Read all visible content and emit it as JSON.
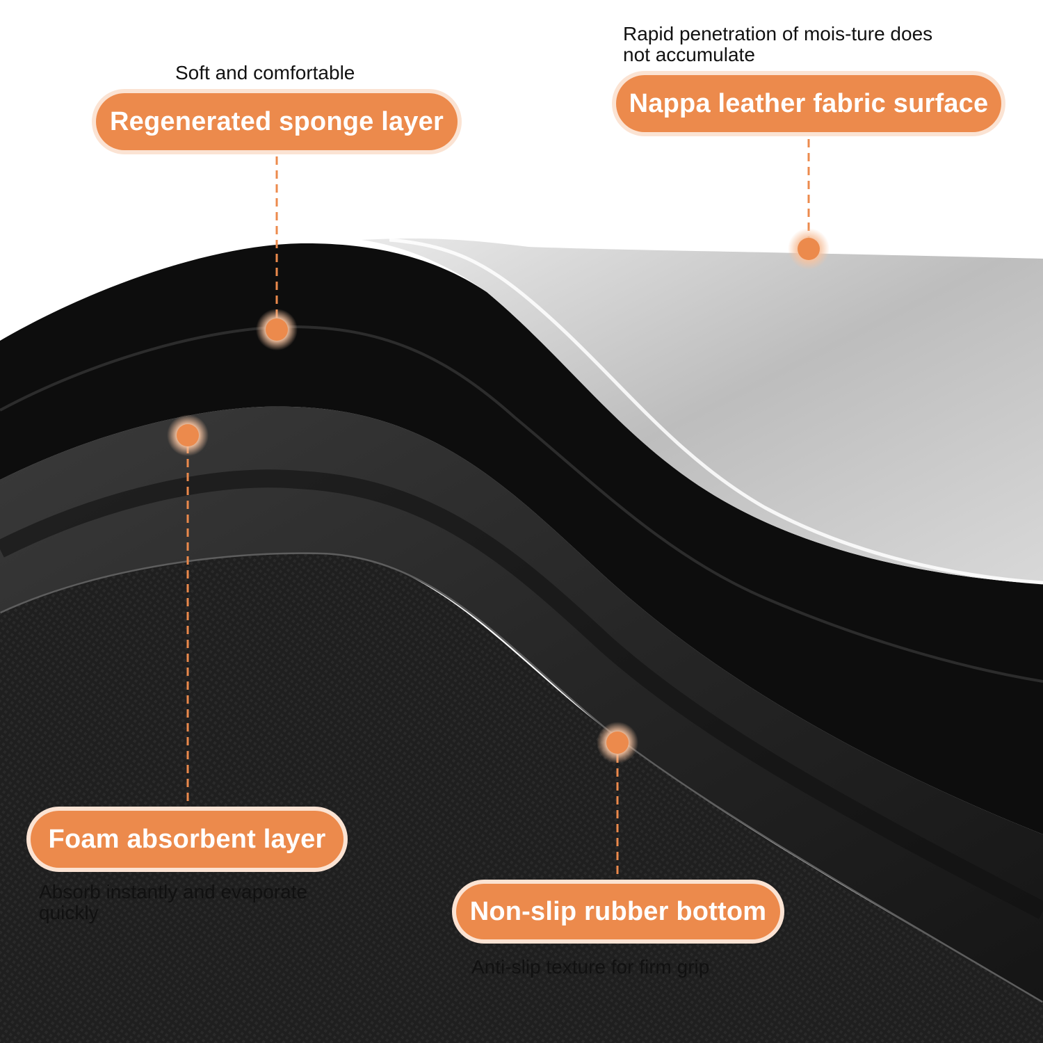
{
  "accent_color": "#ec8a4c",
  "callouts": [
    {
      "id": "sponge",
      "label": "Regenerated sponge layer",
      "caption": "Soft and comfortable"
    },
    {
      "id": "nappa",
      "label": "Nappa leather fabric surface",
      "caption_line1": "Rapid penetration of mois-ture does",
      "caption_line2": "not accumulate"
    },
    {
      "id": "foam",
      "label": "Foam absorbent layer",
      "caption_line1": "Absorb instantly and evaporate",
      "caption_line2": "quickly"
    },
    {
      "id": "rubber",
      "label": "Non-slip rubber bottom",
      "caption": "Anti-slip texture for firm grip"
    }
  ]
}
